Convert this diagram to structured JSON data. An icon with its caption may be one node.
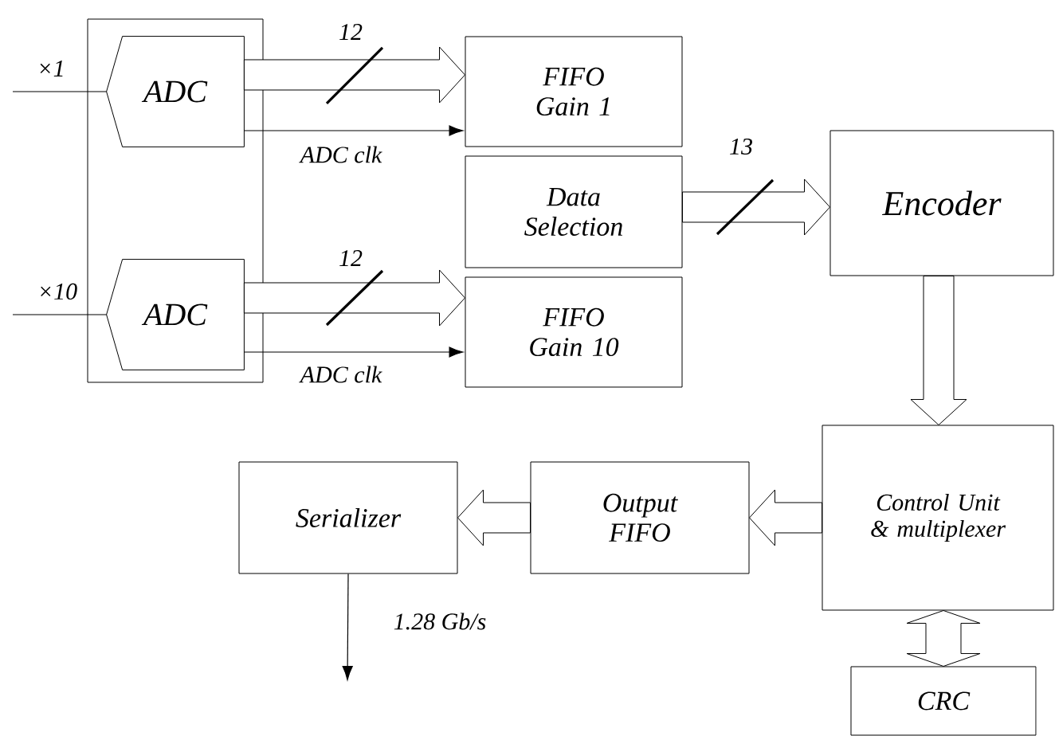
{
  "diagram": {
    "nodes": [
      {
        "text": [],
        "shape": "box"
      },
      {
        "text": [
          "ADC"
        ],
        "in": 0
      },
      {
        "text": [
          "ADC"
        ],
        "in": 0
      },
      {
        "text": [
          "FIFO Gain 1"
        ]
      },
      {
        "text": [
          "Data Selection"
        ]
      },
      {
        "text": [
          "FIFO Gain 10"
        ]
      },
      {
        "text": [
          "Encoder"
        ]
      },
      {
        "text": [
          "Control Unit & multiplexer"
        ]
      },
      {
        "text": [
          "Output FIFO"
        ]
      },
      {
        "text": [
          "Serializer"
        ]
      },
      {
        "text": [
          "CRC"
        ]
      }
    ],
    "edges": [
      {
        "from": null,
        "to": 1,
        "arrow": "none",
        "label": "×1"
      },
      {
        "from": null,
        "to": 2,
        "arrow": "none",
        "label": "×10"
      },
      {
        "from": 1,
        "to": 3,
        "arrow": "to",
        "label": "12",
        "style": "thick"
      },
      {
        "from": 1,
        "to": 3,
        "arrow": "to",
        "label": "ADC clk"
      },
      {
        "from": 2,
        "to": 5,
        "arrow": "to",
        "label": "12",
        "style": "thick"
      },
      {
        "from": 2,
        "to": 5,
        "arrow": "to",
        "label": "ADC clk"
      },
      {
        "from": 4,
        "to": 6,
        "arrow": "to",
        "label": "13",
        "style": "thick"
      },
      {
        "from": 6,
        "to": 7,
        "arrow": "to",
        "style": "thick"
      },
      {
        "from": 7,
        "to": 8,
        "arrow": "to",
        "style": "thick"
      },
      {
        "from": 8,
        "to": 9,
        "arrow": "to",
        "style": "thick"
      },
      {
        "from": 7,
        "to": 10,
        "arrow": "both",
        "style": "thick"
      },
      {
        "from": 9,
        "to": null,
        "arrow": "to",
        "label": "1.28 Gb/s"
      }
    ]
  }
}
